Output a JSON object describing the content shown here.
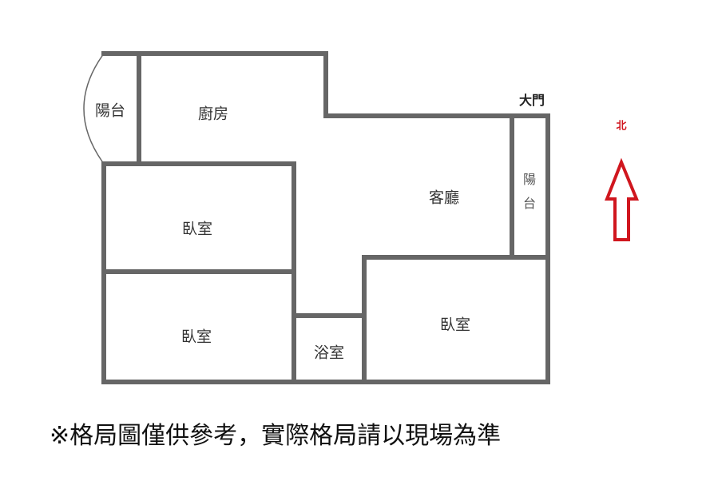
{
  "rooms": {
    "balcony_west": "陽台",
    "kitchen": "廚房",
    "living_room": "客廳",
    "balcony_east": "陽台",
    "bedroom_1": "臥室",
    "bedroom_2": "臥室",
    "bedroom_3": "臥室",
    "bathroom": "浴室"
  },
  "main_door": "大門",
  "compass": {
    "north_label": "北",
    "color": "#d0161e"
  },
  "wall_color": "#666666",
  "disclaimer": "※格局圖僅供參考，實際格局請以現場為準"
}
